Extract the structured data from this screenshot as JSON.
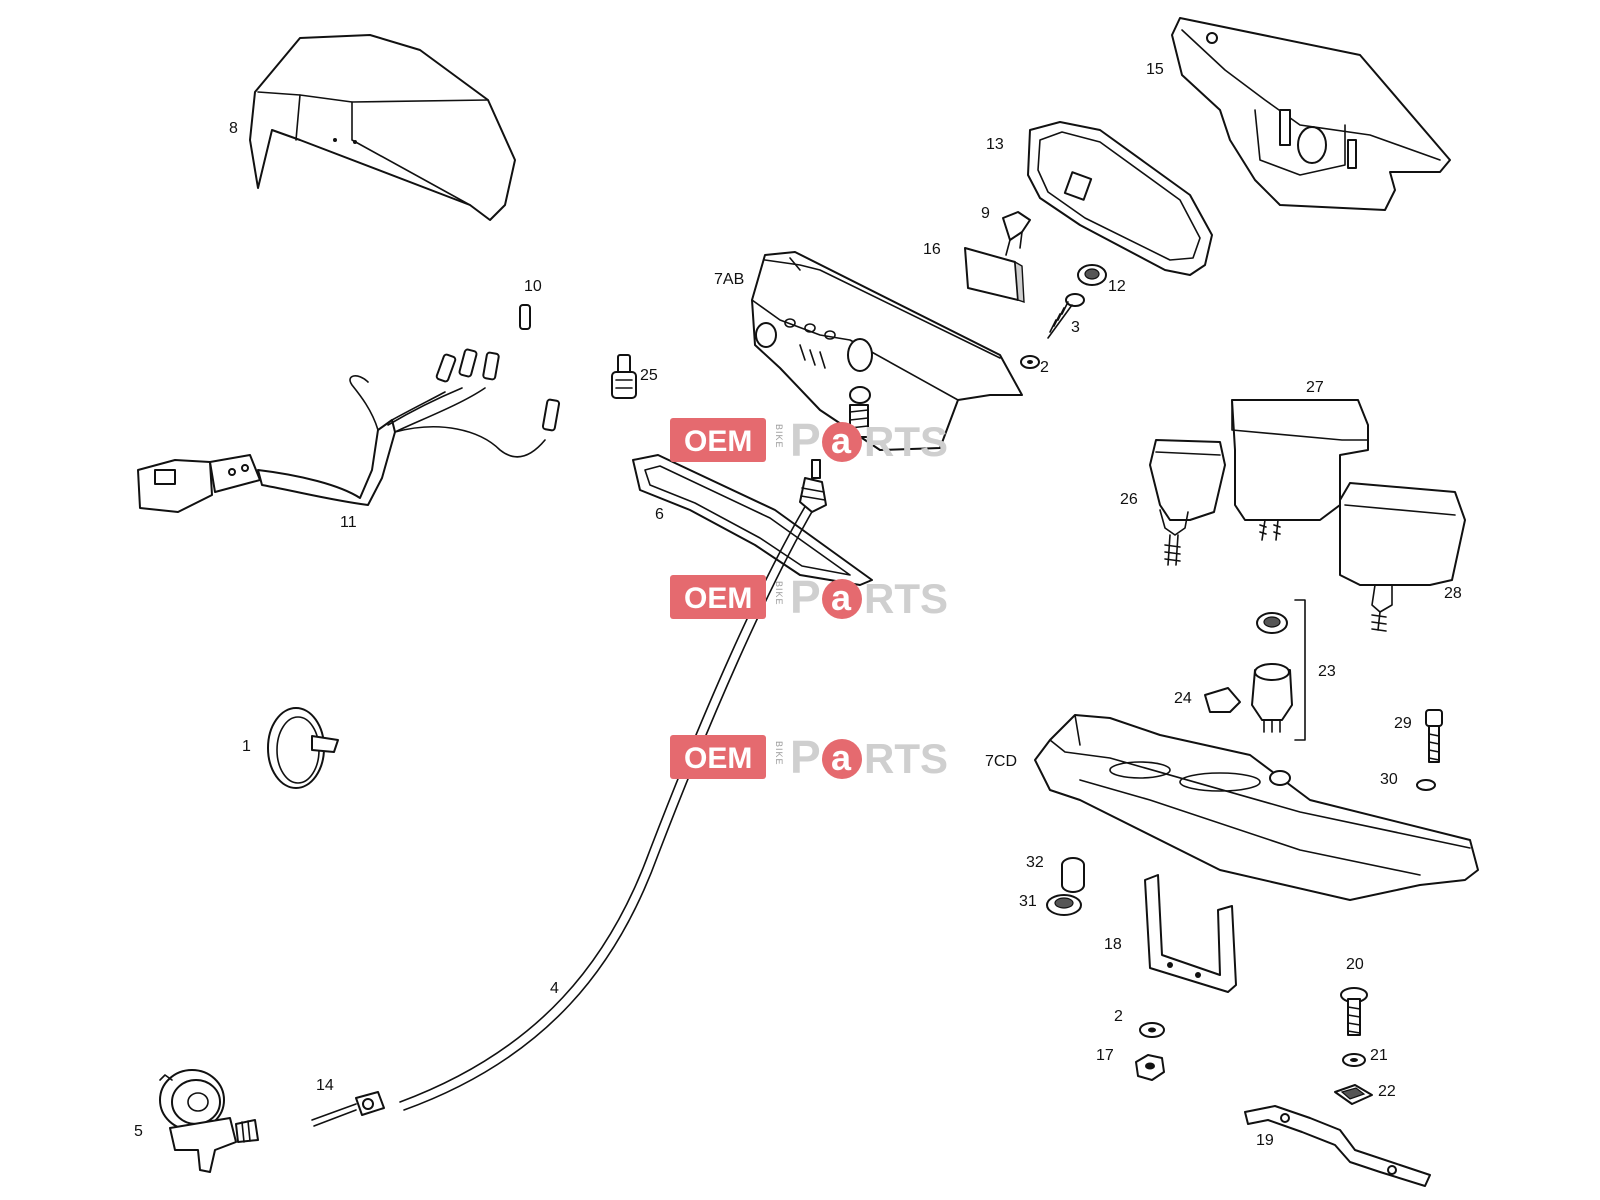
{
  "watermark": {
    "oem": "OEM",
    "bike": "BIKE",
    "p": "P",
    "a": "a",
    "rts": "RTS",
    "colors": {
      "red": "#e56a6f",
      "grey": "#cfcfcf"
    }
  },
  "callouts": [
    {
      "id": "8",
      "text": "8"
    },
    {
      "id": "15",
      "text": "15"
    },
    {
      "id": "13",
      "text": "13"
    },
    {
      "id": "9",
      "text": "9"
    },
    {
      "id": "16",
      "text": "16"
    },
    {
      "id": "7AB",
      "text": "7AB"
    },
    {
      "id": "12",
      "text": "12"
    },
    {
      "id": "3",
      "text": "3"
    },
    {
      "id": "2a",
      "text": "2"
    },
    {
      "id": "10",
      "text": "10"
    },
    {
      "id": "25",
      "text": "25"
    },
    {
      "id": "11",
      "text": "11"
    },
    {
      "id": "6",
      "text": "6"
    },
    {
      "id": "27",
      "text": "27"
    },
    {
      "id": "26",
      "text": "26"
    },
    {
      "id": "28",
      "text": "28"
    },
    {
      "id": "23",
      "text": "23"
    },
    {
      "id": "24",
      "text": "24"
    },
    {
      "id": "29",
      "text": "29"
    },
    {
      "id": "7CD",
      "text": "7CD"
    },
    {
      "id": "30",
      "text": "30"
    },
    {
      "id": "1",
      "text": "1"
    },
    {
      "id": "32",
      "text": "32"
    },
    {
      "id": "31",
      "text": "31"
    },
    {
      "id": "18",
      "text": "18"
    },
    {
      "id": "4",
      "text": "4"
    },
    {
      "id": "20",
      "text": "20"
    },
    {
      "id": "2b",
      "text": "2"
    },
    {
      "id": "21",
      "text": "21"
    },
    {
      "id": "17",
      "text": "17"
    },
    {
      "id": "22",
      "text": "22"
    },
    {
      "id": "5",
      "text": "5"
    },
    {
      "id": "14",
      "text": "14"
    },
    {
      "id": "19",
      "text": "19"
    }
  ]
}
